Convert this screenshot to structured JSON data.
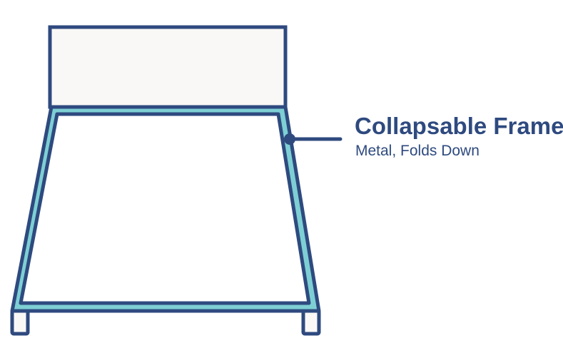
{
  "diagram": {
    "subject": "bed frame illustration",
    "callouts": [
      {
        "title": "Collapsable Frame",
        "subtitle": "Metal, Folds Down",
        "points_to": "frame"
      }
    ]
  },
  "colors": {
    "outline": "#2e4a7f",
    "frame_fill": "#7ecfd4",
    "headboard_fill": "#faf8f6",
    "background": "#ffffff"
  }
}
